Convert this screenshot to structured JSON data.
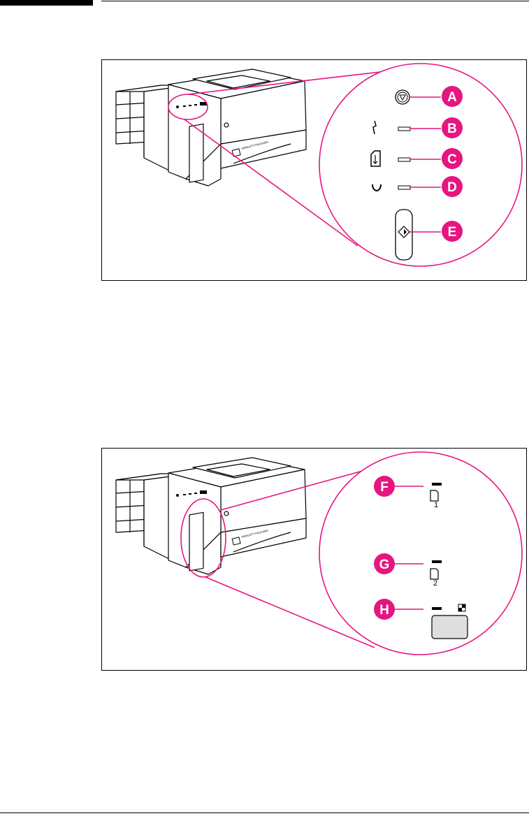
{
  "colors": {
    "accent": "#e6157f",
    "line": "#000000",
    "ink": "#1a1a1a"
  },
  "figure_top": {
    "callouts": [
      {
        "letter": "A",
        "icon": "cancel-job-button-icon"
      },
      {
        "letter": "B",
        "icon": "error-light-icon"
      },
      {
        "letter": "C",
        "icon": "manual-feed-light-icon"
      },
      {
        "letter": "D",
        "icon": "ready-light-icon"
      },
      {
        "letter": "E",
        "icon": "go-button-icon"
      }
    ],
    "logo_text": "HEWLETT PACKARD"
  },
  "figure_bottom": {
    "callouts": [
      {
        "letter": "F",
        "icon": "tray-1-light-icon",
        "tray_number": "1"
      },
      {
        "letter": "G",
        "icon": "tray-2-light-icon",
        "tray_number": "2"
      },
      {
        "letter": "H",
        "icon": "tray-select-button-icon"
      }
    ],
    "logo_text": "HEWLETT PACKARD"
  }
}
